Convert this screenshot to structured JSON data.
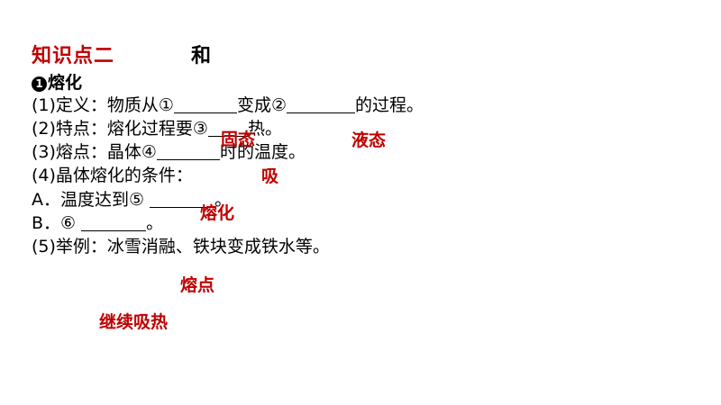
{
  "title": {
    "prefix": "知识点二",
    "suffix": "和"
  },
  "section": {
    "bullet": "1",
    "heading": "熔化"
  },
  "lines": {
    "definition": {
      "before": "(1)定义：物质从①",
      "middle": "变成②",
      "after": "的过程。"
    },
    "feature": {
      "before": "(2)特点：熔化过程要③",
      "after": "热。"
    },
    "melting_point": {
      "before": "(3)熔点：晶体④",
      "after": "时的温度。"
    },
    "conditions": {
      "text": "(4)晶体熔化的条件："
    },
    "cond_a": {
      "before": "A．温度达到⑤ ",
      "after": "。"
    },
    "cond_b": {
      "before": "B．⑥ ",
      "after": "。"
    },
    "examples": {
      "text": "(5)举例：冰雪消融、铁块变成铁水等。"
    }
  },
  "answers": {
    "a1": "固态",
    "a2": "液态",
    "a3": "吸",
    "a4": "熔化",
    "a5": "熔点",
    "a6": "继续吸热"
  },
  "colors": {
    "answer_red": "#c00000",
    "title_red": "#c00000"
  }
}
